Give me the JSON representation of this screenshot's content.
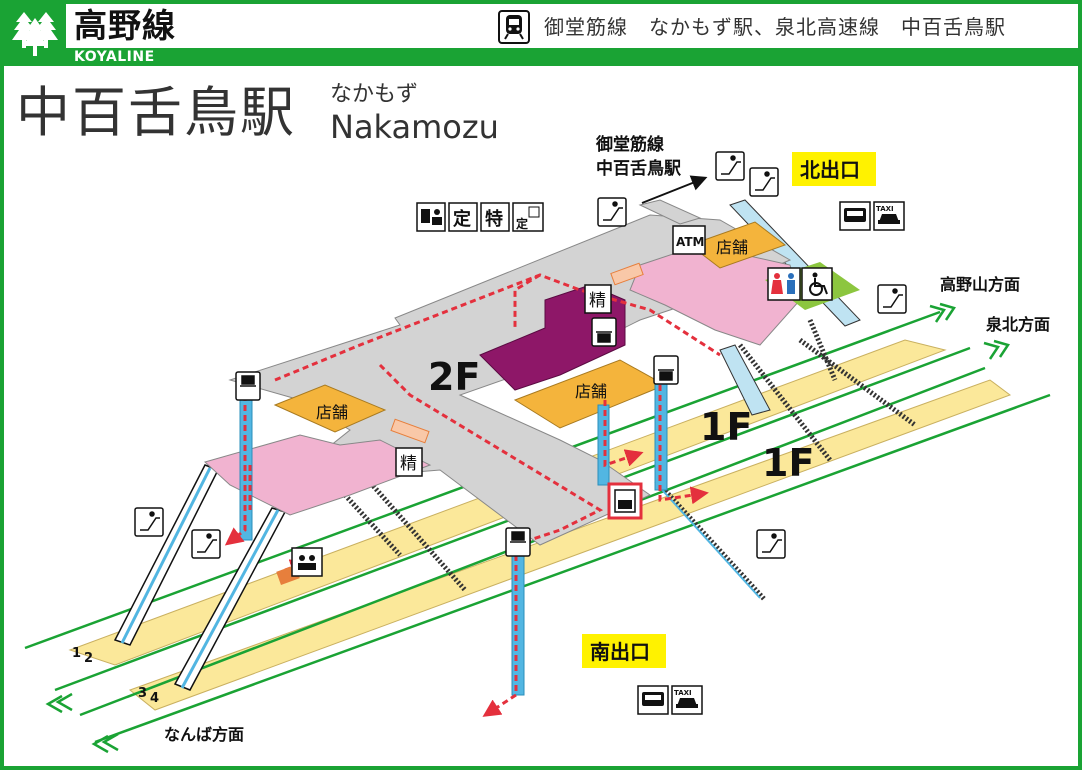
{
  "header": {
    "line_name": "高野線",
    "line_name_en": "KOYALINE",
    "connections": "御堂筋線　なかもず駅、泉北高速線　中百舌鳥駅"
  },
  "station": {
    "name": "中百舌鳥駅",
    "kana": "なかもず",
    "name_en": "Nakamozu"
  },
  "labels": {
    "subway_transfer_1": "御堂筋線",
    "subway_transfer_2": "中百舌鳥駅",
    "north_exit": "北出口",
    "south_exit": "南出口",
    "koyasan_direction": "高野山方面",
    "senboku_direction": "泉北方面",
    "namba_direction": "なんば方面",
    "floor_2f": "2F",
    "floor_1f_a": "1F",
    "floor_1f_b": "1F",
    "shop_1": "店舗",
    "shop_2": "店舗",
    "shop_3": "店舗",
    "fare_adjust_1": "精",
    "fare_adjust_2": "精",
    "commuter_1": "定",
    "commuter_2": "特",
    "commuter_3": "定",
    "atm": "ATM",
    "taxi_1": "TAXI",
    "taxi_2": "TAXI",
    "track_1": "1",
    "track_2": "2",
    "track_3": "3",
    "track_4": "4"
  },
  "colors": {
    "line_green": "#1aa334",
    "concourse_gray": "#d3d3d3",
    "paid_area_pink": "#f1b3d0",
    "shop_orange": "#f4b43c",
    "ticket_office_purple": "#8e1768",
    "platform_yellow": "#fbe89a",
    "exit_highlight": "#fff200",
    "route_red": "#e4303d",
    "elevator_blue": "#52b6e2"
  },
  "icons": [
    "train-icon",
    "tree-logo-icon",
    "escalator-icon",
    "elevator-icon",
    "toilet-icon",
    "wheelchair-icon",
    "bus-icon",
    "taxi-icon",
    "ticket-office-icon",
    "atm-icon",
    "locker-icon",
    "direction-arrow-icon"
  ]
}
